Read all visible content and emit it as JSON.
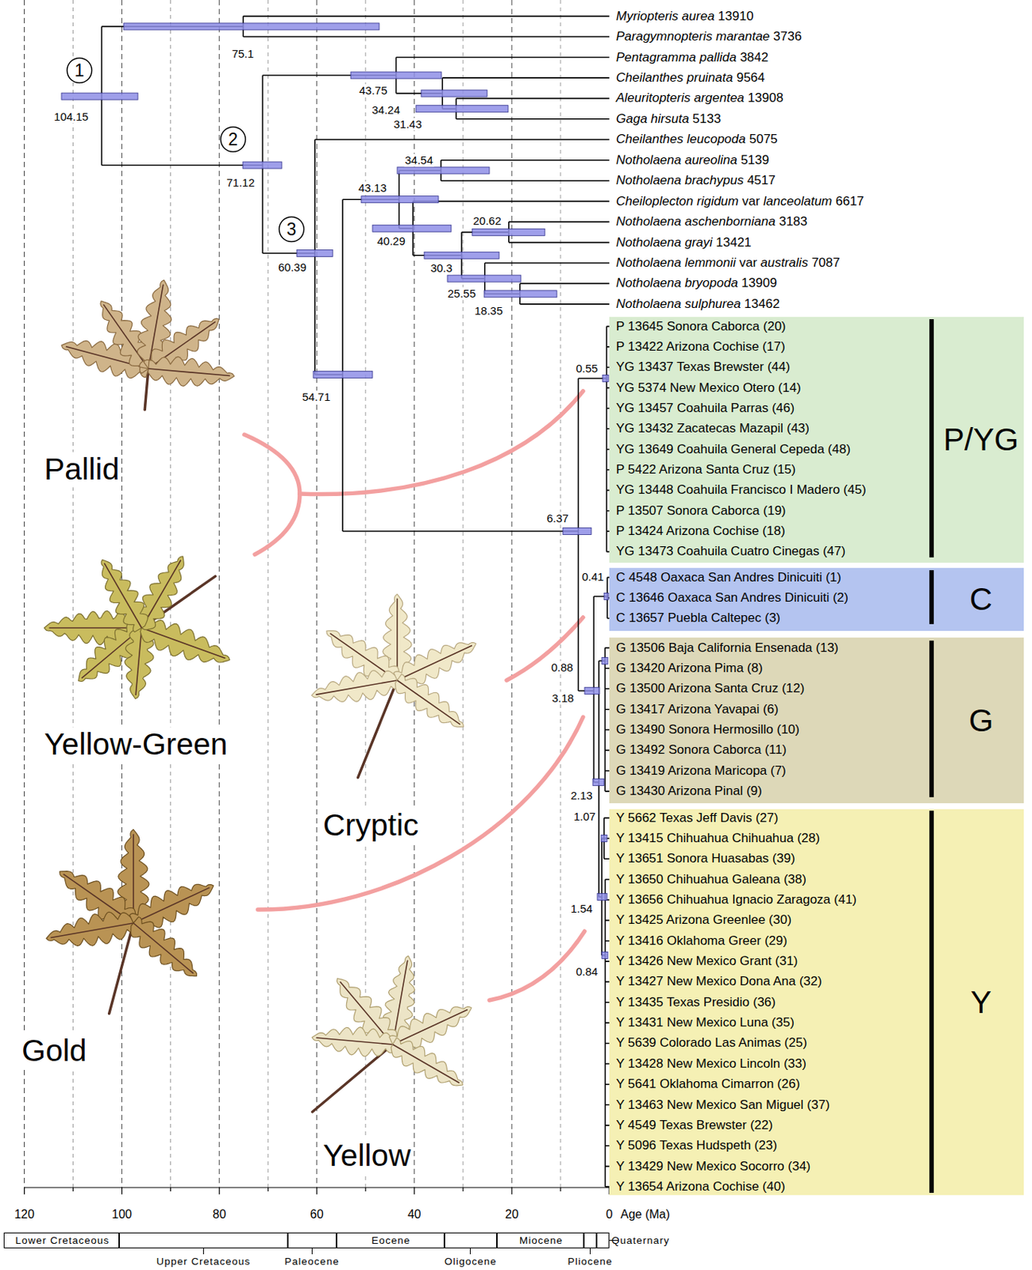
{
  "diagram": {
    "nodes": [
      {
        "text": [
          "1"
        ]
      },
      {
        "text": [
          "2"
        ]
      },
      {
        "text": [
          "3"
        ]
      },
      {
        "text": [
          "P 13645 Sonora Caborca (20)",
          "P 13422 Arizona Cochise (17)",
          "YG 13437 Texas Brewster (44)",
          "YG 5374 New Mexico Otero (14)",
          "YG 13457 Coahuila Parras (46)",
          "YG 13432 Zacatecas Mazapil (43)",
          "YG 13649 Coahuila General Cepeda (48)",
          "P 5422 Arizona Santa Cruz (15)",
          "YG 13448 Coahuila Francisco I Madero (45)",
          "P 13507 Sonora Caborca (19)",
          "P 13424 Arizona Cochise (18)",
          "YG 13473 Coahuila Cuatro Cinegas (47)",
          "P/YG"
        ]
      },
      {
        "text": [
          "C 4548 Oaxaca San Andres Dinicuiti (1)",
          "C 13646 Oaxaca San Andres Dinicuiti (2)",
          "C 13657 Puebla Caltepec (3)",
          "C"
        ]
      },
      {
        "text": [
          "G 13506 Baja California Ensenada (13)",
          "G 13420 Arizona Pima (8)",
          "G 13500 Arizona Santa Cruz (12)",
          "G 13417 Arizona Yavapai (6)",
          "G 13490 Sonora Hermosillo (10)",
          "G 13492 Sonora Caborca (11)",
          "G 13419 Arizona Maricopa (7)",
          "G 13430 Arizona Pinal (9)",
          "G"
        ]
      },
      {
        "text": [
          "Y 5662 Texas Jeff Davis (27)",
          "Y 13415 Chihuahua Chihuahua (28)",
          "Y 13651 Sonora Huasabas (39)",
          "Y 13650 Chihuahua Galeana (38)",
          "Y 13656 Chihuahua Ignacio Zaragoza (41)",
          "Y 13425 Arizona Greenlee (30)",
          "Y 13416 Oklahoma Greer (29)",
          "Y 13426 New Mexico Grant (31)",
          "Y 13427 New Mexico Dona Ana (32)",
          "Y 13435 Texas Presidio (36)",
          "Y 13431 New Mexico Luna (35)",
          "Y 5639 Colorado Las Animas (25)",
          "Y 13428 New Mexico Lincoln (33)",
          "Y 5641 Oklahoma Cimarron (26)",
          "Y 13463 New Mexico San Miguel (37)",
          "Y 4549 Texas Brewster (22)",
          "Y 5096 Texas Hudspeth (23)",
          "Y 13429 New Mexico Socorro (34)",
          "Y 13654 Arizona Cochise (40)",
          "Y"
        ]
      },
      {
        "text": [
          "Lower Cretaceous"
        ]
      },
      {
        "text": [
          "Upper Cretaceous"
        ]
      },
      {
        "text": [
          "Paleocene"
        ]
      },
      {
        "text": [
          "Eocene"
        ]
      },
      {
        "text": [
          "Oligocene"
        ]
      },
      {
        "text": [
          "Miocene"
        ]
      },
      {
        "text": [
          "Pliocene"
        ]
      },
      {
        "text": [
          "Quaternary"
        ]
      }
    ],
    "labels": [
      "Myriopteris aurea 13910",
      "Paragymnopteris marantae 3736",
      "Pentagramma pallida 3842",
      "Cheilanthes pruinata 9564",
      "Aleuritopteris argentea 13908",
      "Gaga hirsuta 5133",
      "Cheilanthes leucopoda 5075",
      "Notholaena aureolina 5139",
      "Notholaena brachypus 4517",
      "Cheiloplecton rigidum var lanceolatum 6617",
      "Notholaena aschenborniana 3183",
      "Notholaena grayi 13421",
      "Notholaena lemmonii var australis 7087",
      "Notholaena bryopoda 13909",
      "Notholaena sulphurea 13462",
      "104.15",
      "75.1",
      "71.12",
      "43.75",
      "34.24",
      "31.43",
      "34.54",
      "43.13",
      "40.29",
      "20.62",
      "30.3",
      "60.39",
      "25.55",
      "18.35",
      "54.71",
      "0.55",
      "6.37",
      "0.41",
      "0.88",
      "3.18",
      "2.13",
      "1.07",
      "1.54",
      "0.84",
      "Pallid",
      "Yellow-Green",
      "Cryptic",
      "Gold",
      "Yellow",
      "120",
      "100",
      "80",
      "60",
      "40",
      "20",
      "0",
      "Age (Ma)"
    ]
  }
}
